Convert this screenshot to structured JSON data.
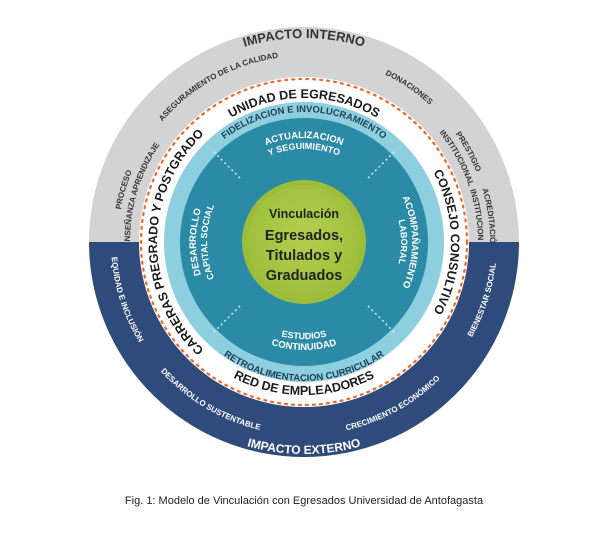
{
  "colors": {
    "outer_gray": "#d3d3d3",
    "outer_navy": "#2f4b7c",
    "white_ring": "#ffffff",
    "orange_dots": "#e8692b",
    "light_teal": "#8ecfdf",
    "dark_teal": "#2b8aa6",
    "center_green": "#9bbd3a",
    "center_green_dark": "#b3d14e"
  },
  "outer": {
    "internal_title": "IMPACTO INTERNO",
    "external_title": "IMPACTO EXTERNO",
    "internal_items": [
      {
        "lines": [
          "PROCESO",
          "ENSEÑANZA APRENDIZAJE"
        ]
      },
      {
        "lines": [
          "ASEGURAMIENTO DE LA CALIDAD"
        ]
      },
      {
        "lines": [
          "DONACIONES"
        ]
      },
      {
        "lines": [
          "PRESTIGIO",
          "INSTITUCIONAL"
        ]
      },
      {
        "lines": [
          "ACREDITACIÓN",
          "INSTITUCIONAL"
        ]
      }
    ],
    "external_items": [
      {
        "lines": [
          "BIENESTAR SOCIAL"
        ]
      },
      {
        "lines": [
          "CRECIMIENTO ECONÓMICO"
        ]
      },
      {
        "lines": [
          "DESARROLLO SUSTENTABLE"
        ]
      },
      {
        "lines": [
          "EQUIDAD E INCLUSIÓN"
        ]
      }
    ]
  },
  "white_ring": {
    "top": "UNIDAD DE EGRESADOS",
    "right": "CONSEJO CONSULTIVO",
    "bottom": "RED DE EMPLEADORES",
    "left": "CARRERAS PREGRADO Y POSTGRADO"
  },
  "teal_ring": {
    "top": "FIDELIZACION E INVOLUCRAMIENTO",
    "bottom": "RETROALIMENTACION CURRICULAR"
  },
  "quadrants": {
    "top": [
      "ACTUALIZACION",
      "Y SEGUIMIENTO"
    ],
    "right": [
      "ACOMPAÑAMIENTO",
      "LABORAL"
    ],
    "bottom": [
      "CONTINUIDAD",
      "ESTUDIOS"
    ],
    "left": [
      "DESARROLLO",
      "CAPITAL SOCIAL"
    ]
  },
  "center": {
    "line1": "Vinculación",
    "line2": "Egresados,",
    "line3": "Titulados y",
    "line4": "Graduados"
  },
  "caption": "Fig. 1: Modelo de Vinculación con Egresados Universidad de Antofagasta"
}
